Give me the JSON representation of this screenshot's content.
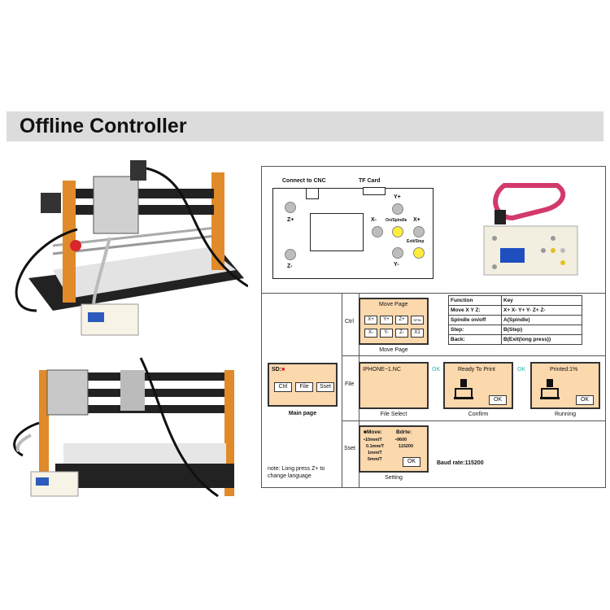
{
  "banner": {
    "title": "Offline Controller"
  },
  "panel": {
    "connect_label": "Connect to CNC",
    "tf_label": "TF Card",
    "keys": {
      "z_plus": "Z+",
      "z_minus": "Z-",
      "y_plus": "Y+",
      "y_minus": "Y-",
      "x_plus": "X+",
      "x_minus": "X-",
      "on_spindle": "On/Spindle",
      "exit_step": "Exit/Step"
    }
  },
  "ctrl": {
    "side_label": "Ctrl",
    "screen_title": "Move Page",
    "keys": [
      "X+",
      "Y+",
      "Z+",
      "SPIN",
      "X-",
      "Y-",
      "Z-",
      "X1"
    ],
    "caption": "Move Page"
  },
  "function_table": {
    "headers": [
      "Function",
      "Key"
    ],
    "rows": [
      [
        "Move X Y Z:",
        "X+  X-  Y+  Y-  Z+  Z-"
      ],
      [
        "Spindle on/off",
        "A(Spindle)"
      ],
      [
        "Step:",
        "B(Step)"
      ],
      [
        "Back:",
        "B(Exit(long press))"
      ]
    ]
  },
  "main_page": {
    "sd_label": "SD:",
    "buttons": [
      "Ctrl",
      "File",
      "Sset"
    ],
    "caption": "Main page"
  },
  "file": {
    "side_label": "File",
    "file_name": "IPHONE~1.NC",
    "caption_select": "File Select",
    "ok_1": "OK",
    "ready_text": "Ready To Print",
    "ok_button": "OK",
    "caption_confirm": "Confirm",
    "ok_2": "OK",
    "printed_text": "Printed:1%",
    "ok_button_2": "OK",
    "caption_running": "Running"
  },
  "sset": {
    "side_label": "Sset",
    "move_label": "Move:",
    "bdrte_label": "Bdrte:",
    "move_opts": [
      "10mm/T",
      "0.1mm/T",
      "1mm/T",
      "5mm/T"
    ],
    "baud_opts": [
      "9600",
      "115200"
    ],
    "ok_button": "OK",
    "caption": "Setting",
    "baud_text": "Baud rate:115200"
  },
  "note": {
    "text": "note: Long press Z+ to change language"
  },
  "colors": {
    "lcd": "#fcd8ad",
    "ok_cyan": "#2ab3b3",
    "button_yellow": "#ffec3d",
    "frame_orange": "#e08a2a"
  }
}
